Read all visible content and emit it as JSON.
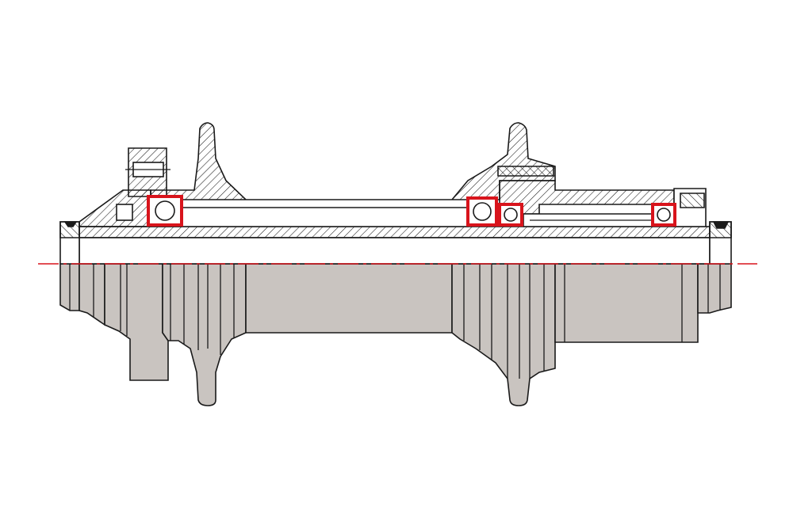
{
  "figure": {
    "subject": "hub-cross-section",
    "colors": {
      "background": "#ffffff",
      "outline": "#1a1a1a",
      "hatch": "#1a1a1a",
      "exterior_fill": "#c9c4c0",
      "bearing_race": "#d8141c",
      "centerline": "#d8141c"
    },
    "parts": [
      "axle",
      "hub-shell",
      "left-flange",
      "right-flange",
      "freehub-body",
      "disc-mount",
      "bearings",
      "end-caps"
    ]
  }
}
